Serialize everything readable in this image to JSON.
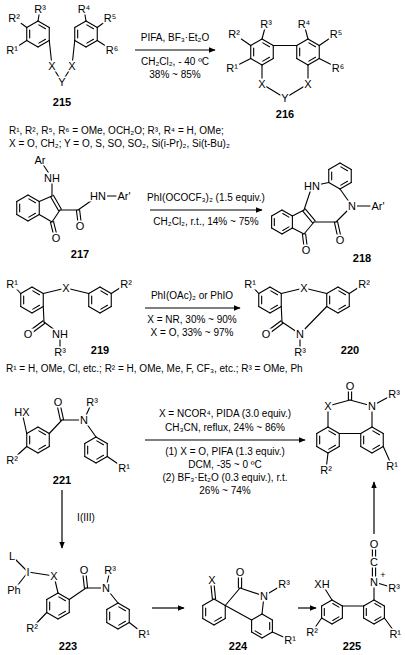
{
  "diagram": {
    "labels": [
      "R¹",
      "R²",
      "R³",
      "R⁴",
      "R⁵",
      "R⁶",
      "X",
      "Y",
      "X",
      "215",
      "PIFA, BF₃·Et₂O",
      "CH₂Cl₂, - 40 ºC",
      "38% ~ 85%",
      "R¹",
      "R²",
      "R³",
      "R⁴",
      "R⁵",
      "R⁶",
      "X",
      "Y",
      "X",
      "216",
      "R¹, R², R⁵, R⁶ = OMe, OCH₂O; R³, R⁴ = H, OMe;",
      "X = O, CH₂; Y = O, S, SO, SO₂, Si(i-Pr)₂, Si(t-Bu)₂",
      "Ar",
      "NH",
      "HN",
      "Ar'",
      "O",
      "O",
      "217",
      "PhI(OCOCF₃)₂ (1.5 equiv.)",
      "CH₂Cl₂, r.t., 14% ~ 75%",
      "HN",
      "N",
      "Ar'",
      "O",
      "O",
      "218",
      "R¹",
      "X",
      "R²",
      "O",
      "NH",
      "R³",
      "219",
      "PhI(OAc)₂ or PhIO",
      "X = NR, 30% ~ 90%",
      "X = O, 33% ~ 97%",
      "R¹",
      "X",
      "R²",
      "O",
      "N",
      "R³",
      "220",
      "R¹ = H, OMe, Cl, etc.; R² = H, OMe, Me, F, CF₃, etc.; R³ = OMe, Ph",
      "HX",
      "O",
      "N",
      "R³",
      "R²",
      "R¹",
      "221",
      "X = NCOR⁴, PIDA (3.0 equiv.)",
      "CH₃CN, reflux, 24% ~ 86%",
      "(1) X = O, PIFA (1.3 equiv.)",
      "DCM, -35 ~ 0 ºC",
      "(2) BF₃·Et₂O (0.3 equiv.), r.t.",
      "26% ~ 74%",
      "X",
      "O",
      "N",
      "R³",
      "R²",
      "R¹",
      "I(III)",
      "L",
      "I",
      "Ph",
      "X",
      "O",
      "N",
      "R³",
      "R²",
      "R¹",
      "223",
      "X",
      "O",
      "N",
      "R³",
      "R¹",
      "224",
      "XH",
      "O",
      "C",
      "N",
      "+",
      "R³",
      "R²",
      "R¹",
      "225"
    ]
  }
}
